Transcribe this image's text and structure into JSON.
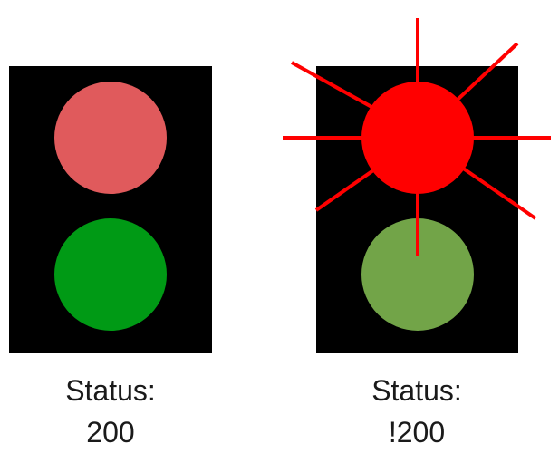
{
  "traffic_lights": [
    {
      "status_label": "Status:",
      "status_code": "200",
      "top_lamp_color": "#e05a5c",
      "bottom_lamp_color": "#009a15",
      "flashing": false
    },
    {
      "status_label": "Status:",
      "status_code": "!200",
      "top_lamp_color": "#ff0000",
      "bottom_lamp_color": "#72a448",
      "flashing": true,
      "ray_color": "#ff0000"
    }
  ],
  "housing_color": "#000000"
}
